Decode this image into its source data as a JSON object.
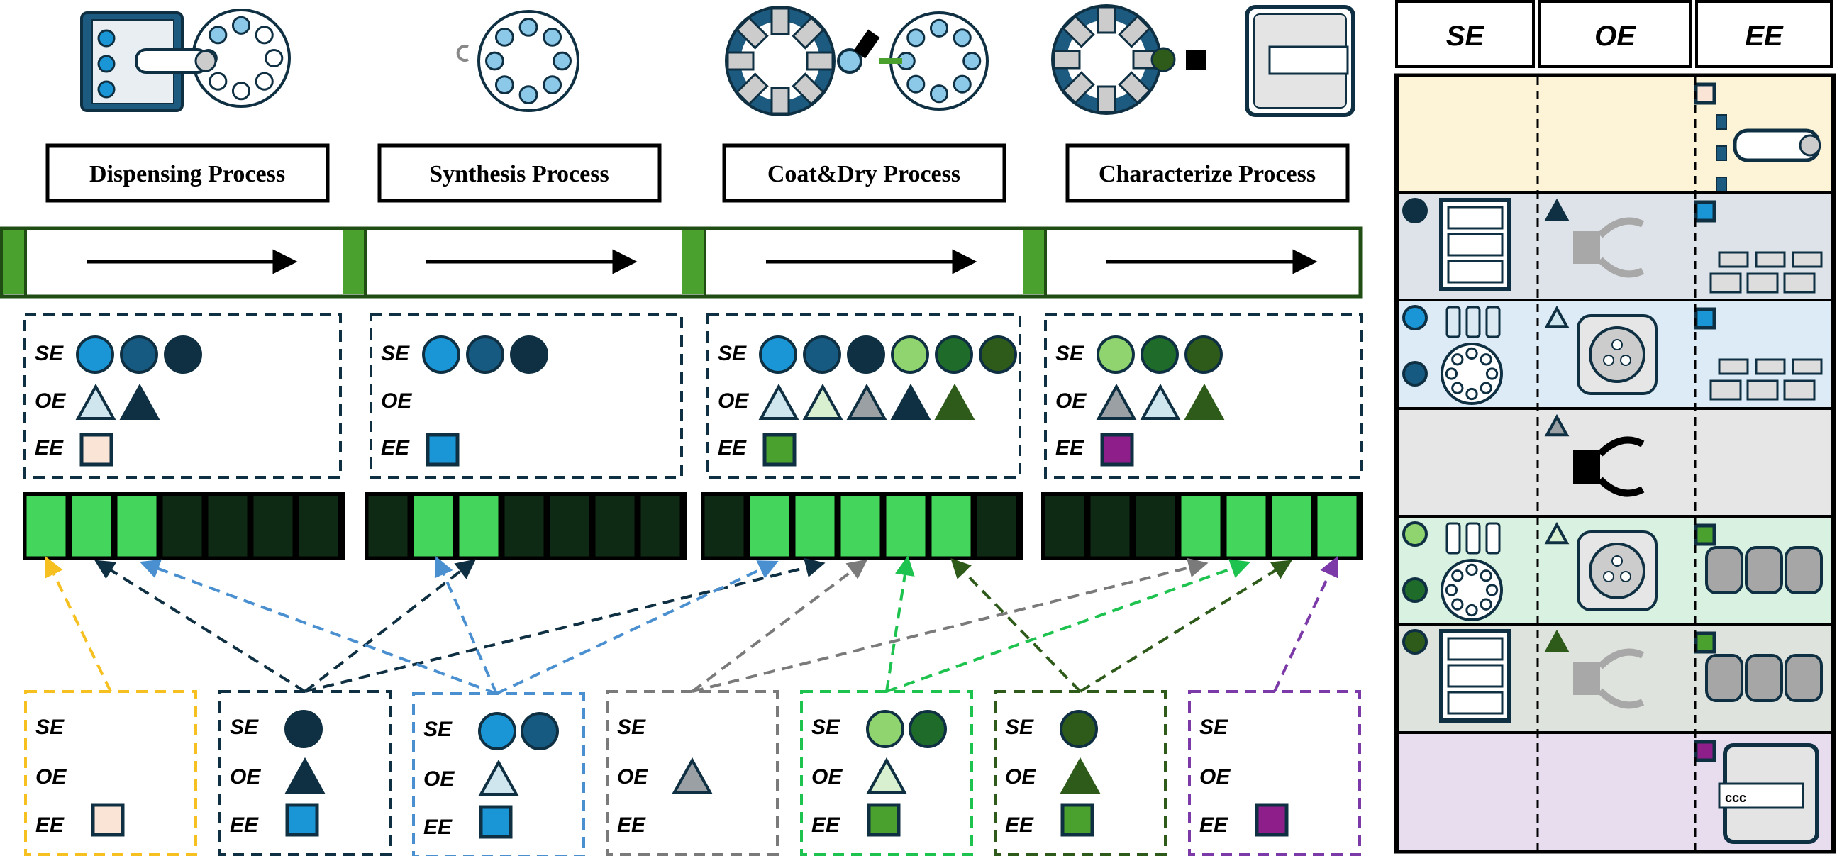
{
  "colors": {
    "navy": "#0f3043",
    "blue_bright": "#1a96d6",
    "blue_mid": "#165a82",
    "green_light": "#8fd46e",
    "green_mid": "#1e6b2a",
    "green_dark": "#2e5a1a",
    "green_fill": "#44d55c",
    "slot_dark": "#0f2a14",
    "frame_green": "#1f4d14",
    "bar_green": "#4aa12e",
    "peach": "#f9e4d6",
    "sq_blue": "#1a96d6",
    "sq_green": "#4aa12e",
    "sq_purple": "#8e1f8a",
    "gray_tri": "#9aa0a4",
    "yellow_border": "#f5c020",
    "gray_border": "#7a7a7a",
    "purple_border": "#7c3aa8"
  },
  "processes": [
    {
      "label": "Dispensing Process",
      "icon": "dispensing-station-icon",
      "active_slots": [
        0,
        1,
        2
      ]
    },
    {
      "label": "Synthesis Process",
      "icon": "synthesis-carousel-icon",
      "active_slots": [
        1,
        2
      ]
    },
    {
      "label": "Coat&Dry Process",
      "icon": "coat-dry-station-icon",
      "active_slots": [
        1,
        2,
        3,
        4,
        5
      ]
    },
    {
      "label": "Characterize Process",
      "icon": "characterize-station-icon",
      "active_slots": [
        3,
        4,
        5,
        6
      ]
    }
  ],
  "row_labels": {
    "se": "SE",
    "oe": "OE",
    "ee": "EE"
  },
  "process_requirements": [
    {
      "se": [
        "blue_bright",
        "blue_mid",
        "navy"
      ],
      "oe": [
        "tri_light",
        "tri_navy"
      ],
      "ee": "peach"
    },
    {
      "se": [
        "blue_bright",
        "blue_mid",
        "navy"
      ],
      "oe": [],
      "ee": "sq_blue"
    },
    {
      "se": [
        "blue_bright",
        "blue_mid",
        "navy",
        "green_light",
        "green_mid",
        "green_dark"
      ],
      "oe": [
        "tri_light",
        "tri_lightgreen",
        "tri_gray",
        "tri_navy",
        "tri_darkgreen"
      ],
      "ee": "sq_green"
    },
    {
      "se": [
        "green_light",
        "green_mid",
        "green_dark"
      ],
      "oe": [
        "tri_gray",
        "tri_light",
        "tri_darkgreen"
      ],
      "ee": "sq_purple"
    }
  ],
  "modules": [
    {
      "border": "yellow_border",
      "se": [],
      "oe": [],
      "ee": "peach"
    },
    {
      "border": "navy",
      "se": [
        "navy"
      ],
      "oe": [
        "tri_navy"
      ],
      "ee": "sq_blue"
    },
    {
      "border": "blue_bright",
      "se": [
        "blue_bright",
        "blue_mid"
      ],
      "oe": [
        "tri_light"
      ],
      "ee": "sq_blue"
    },
    {
      "border": "gray_border",
      "se": [],
      "oe": [
        "tri_gray"
      ],
      "ee": ""
    },
    {
      "border": "green_fill",
      "se": [
        "green_light",
        "green_mid"
      ],
      "oe": [
        "tri_lightgreen"
      ],
      "ee": "sq_green"
    },
    {
      "border": "green_dark",
      "se": [
        "green_dark"
      ],
      "oe": [
        "tri_darkgreen"
      ],
      "ee": "sq_green"
    },
    {
      "border": "purple_border",
      "se": [],
      "oe": [],
      "ee": "sq_purple"
    }
  ],
  "table": {
    "headers": [
      "SE",
      "OE",
      "EE"
    ],
    "rows": [
      {
        "bg": "#fdf3d6",
        "se_icon": "",
        "oe_icon": "",
        "ee_icon": "robot-arm-icon",
        "marker": "peach"
      },
      {
        "bg": "#dde3e8",
        "se_icon": "rack-icon",
        "oe_icon": "gray-gripper-icon",
        "ee_icon": "tray-icon",
        "se_marker": "navy",
        "oe_marker": "tri_navy",
        "ee_marker": "sq_blue"
      },
      {
        "bg": "#dcebf6",
        "se_icon": "vials-carousel-icon",
        "oe_icon": "spinner-icon",
        "ee_icon": "tray-icon",
        "se_marker": "blue_bright",
        "se_marker2": "blue_mid",
        "oe_marker": "tri_light",
        "ee_marker": "sq_blue"
      },
      {
        "bg": "#e6e6e6",
        "se_icon": "",
        "oe_icon": "black-gripper-icon",
        "ee_icon": "",
        "oe_marker": "tri_gray"
      },
      {
        "bg": "#d9f1e0",
        "se_icon": "vials-carousel-icon",
        "oe_icon": "spinner-icon",
        "ee_icon": "dryer-icon",
        "se_marker": "green_light",
        "se_marker2": "green_mid",
        "oe_marker": "tri_lightgreen",
        "ee_marker": "sq_green"
      },
      {
        "bg": "#dfe3dd",
        "se_icon": "rack-icon",
        "oe_icon": "gray-gripper-icon",
        "ee_icon": "dryer-icon",
        "se_marker": "green_dark",
        "oe_marker": "tri_darkgreen",
        "ee_marker": "sq_green"
      },
      {
        "bg": "#e8dcef",
        "se_icon": "",
        "oe_icon": "",
        "ee_icon": "analyzer-icon",
        "ee_marker": "sq_purple",
        "ee_text": "ccc"
      }
    ]
  }
}
